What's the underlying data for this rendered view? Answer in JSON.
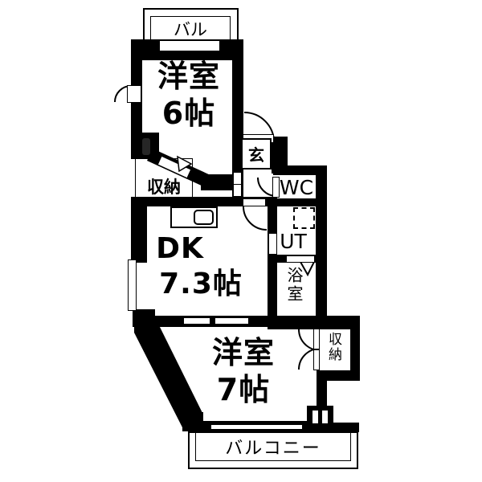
{
  "rooms": {
    "balcony_top": {
      "label": "バル"
    },
    "western6": {
      "name": "洋室",
      "size": "6帖"
    },
    "closet_upper": {
      "label": "収納"
    },
    "entrance": {
      "label": "玄"
    },
    "toilet": {
      "label": "WC"
    },
    "dk": {
      "name": "DK",
      "size": "7.3帖"
    },
    "utility": {
      "label": "UT"
    },
    "bath": {
      "label": "浴室"
    },
    "western7": {
      "name": "洋室",
      "size": "7帖"
    },
    "closet_lower": {
      "label": "収納"
    },
    "balcony_bottom": {
      "label": "バルコニー"
    }
  },
  "colors": {
    "wall": "#000000",
    "background": "#ffffff"
  }
}
